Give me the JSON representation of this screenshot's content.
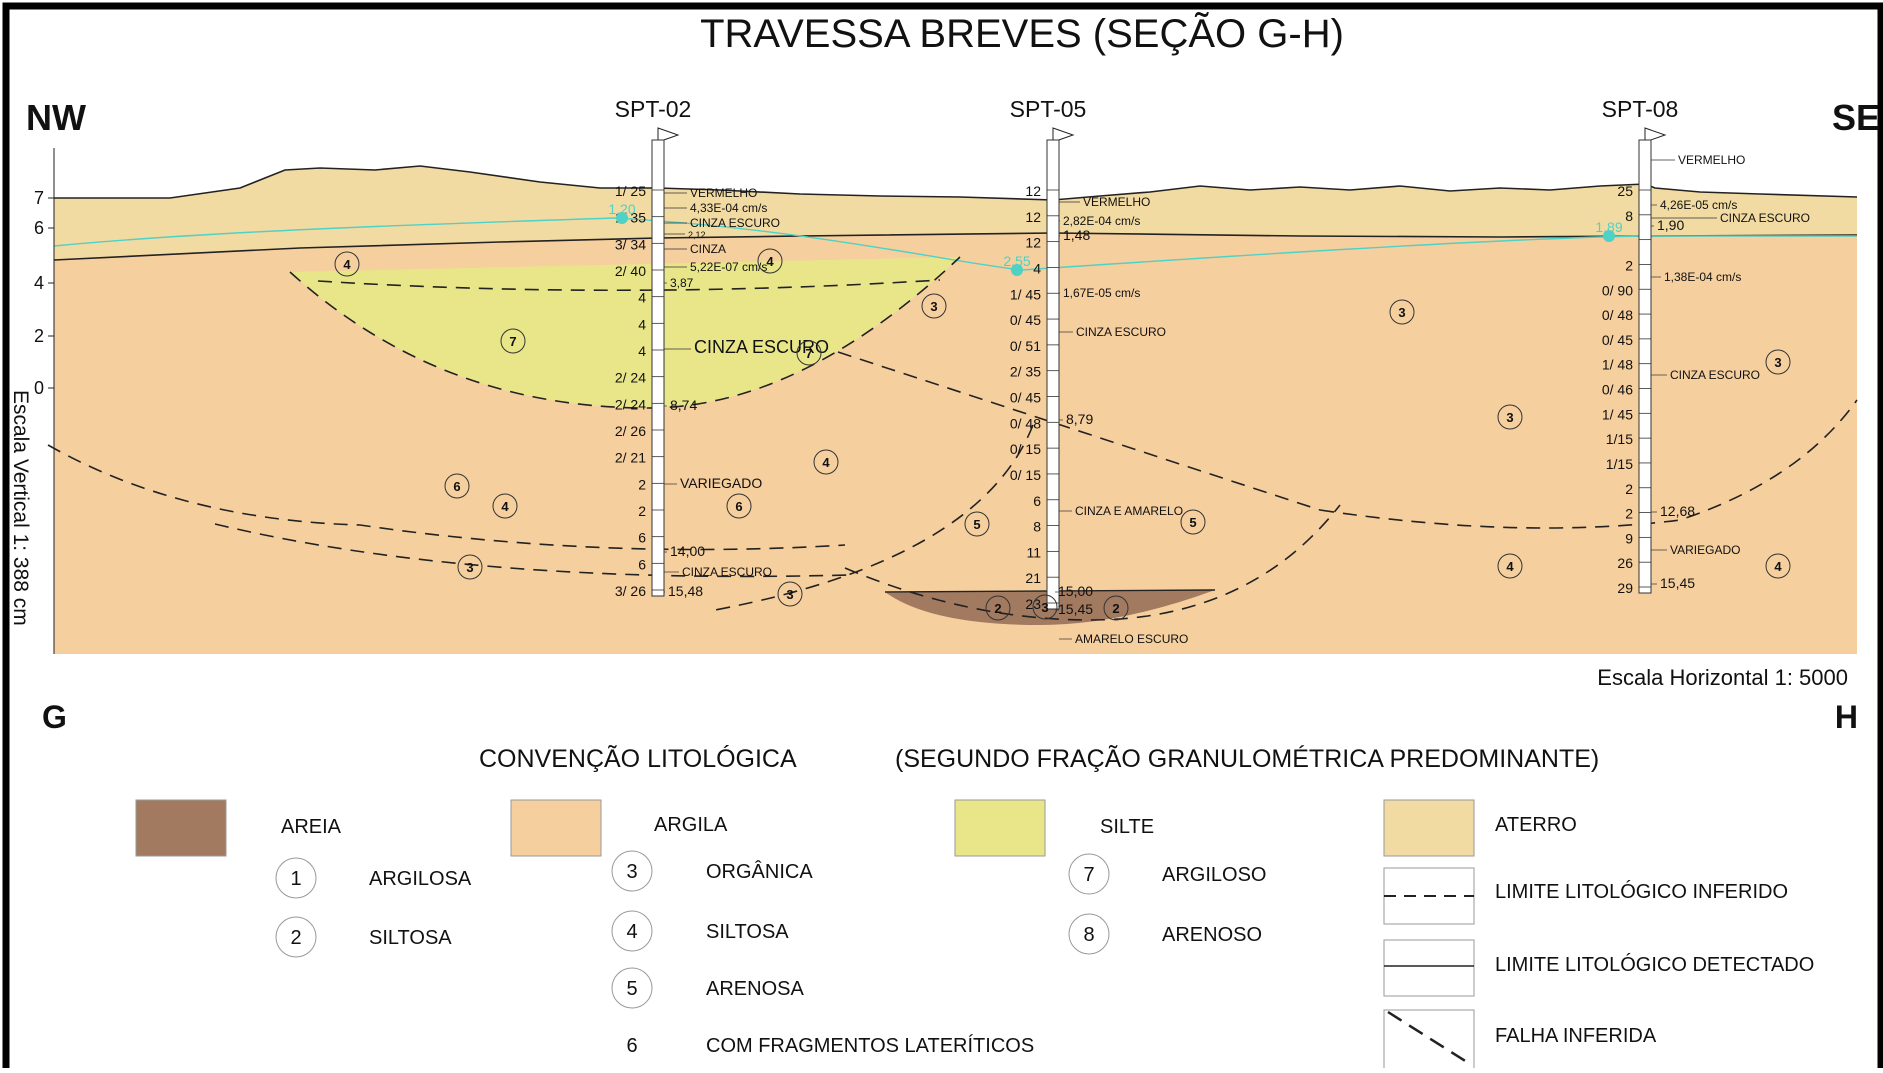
{
  "title": "TRAVESSA BREVES (SEÇÃO G-H)",
  "direction_left": "NW",
  "direction_right": "SE",
  "corner_left": "G",
  "corner_right": "H",
  "scale_horizontal": "Escala Horizontal 1: 5000",
  "scale_vertical": "Escala Vertical 1: 388 cm",
  "elevation_ticks": [
    "7",
    "6",
    "4",
    "2",
    "0"
  ],
  "colors": {
    "aterro": "#f2dba3",
    "argila": "#f6cf9e",
    "silte": "#e9e68a",
    "areia": "#a27a60",
    "water": "#4fd1c5"
  },
  "boreholes": [
    {
      "name": "SPT-02",
      "water_level": "1,20",
      "spt": [
        "1/ 25",
        "1/ 35",
        "3/ 34",
        "2/ 40",
        "4",
        "4",
        "4",
        "2/ 24",
        "2/ 24",
        "2/ 26",
        "2/ 21",
        "2",
        "2",
        "6",
        "6",
        "3/ 26"
      ],
      "labels": [
        "VERMELHO",
        "4,33E-04 cm/s",
        "2,12",
        "CINZA ESCURO",
        "CINZA",
        "5,22E-07 cm/s",
        "3,87",
        "CINZA ESCURO",
        "8,74",
        "VARIEGADO",
        "14,00",
        "CINZA ESCURO",
        "15,48"
      ]
    },
    {
      "name": "SPT-05",
      "water_level": "2,55",
      "spt": [
        "12",
        "12",
        "12",
        "4",
        "1/ 45",
        "0/ 45",
        "0/ 51",
        "2/ 35",
        "0/ 45",
        "0/ 48",
        "0/ 15",
        "0/ 15",
        "6",
        "8",
        "11",
        "21",
        "23"
      ],
      "labels": [
        "VERMELHO",
        "2,82E-04 cm/s",
        "1,48",
        "1,67E-05 cm/s",
        "CINZA ESCURO",
        "8,79",
        "CINZA E AMARELO",
        "15,00",
        "15,45",
        "AMARELO ESCURO"
      ]
    },
    {
      "name": "SPT-08",
      "water_level": "1,89",
      "spt": [
        "25",
        "8",
        "",
        "2",
        "0/ 90",
        "0/ 48",
        "0/ 45",
        "1/ 48",
        "0/ 46",
        "1/ 45",
        "1/15",
        "1/15",
        "2",
        "2",
        "9",
        "26",
        "29"
      ],
      "labels": [
        "VERMELHO",
        "4,26E-05 cm/s",
        "CINZA ESCURO",
        "1,90",
        "1,38E-04 cm/s",
        "CINZA ESCURO",
        "12,68",
        "VARIEGADO",
        "15,45"
      ]
    }
  ],
  "unit_markers": [
    "4",
    "4",
    "7",
    "3",
    "7",
    "3",
    "4",
    "6",
    "4",
    "6",
    "3",
    "5",
    "5",
    "3",
    "2",
    "2",
    "3",
    "3",
    "4",
    "4",
    "3"
  ],
  "legend": {
    "title": "CONVENÇÃO LITOLÓGICA",
    "subtitle": "(SEGUNDO FRAÇÃO GRANULOMÉTRICA PREDOMINANTE)",
    "areia": {
      "label": "AREIA",
      "subtypes": [
        {
          "num": "1",
          "label": "ARGILOSA"
        },
        {
          "num": "2",
          "label": "SILTOSA"
        }
      ]
    },
    "argila": {
      "label": "ARGILA",
      "subtypes": [
        {
          "num": "3",
          "label": "ORGÂNICA"
        },
        {
          "num": "4",
          "label": "SILTOSA"
        },
        {
          "num": "5",
          "label": "ARENOSA"
        },
        {
          "num": "6",
          "label": "COM FRAGMENTOS  LATERÍTICOS"
        }
      ]
    },
    "silte": {
      "label": "SILTE",
      "subtypes": [
        {
          "num": "7",
          "label": "ARGILOSO"
        },
        {
          "num": "8",
          "label": "ARENOSO"
        }
      ]
    },
    "aterro": {
      "label": "ATERRO"
    },
    "lines": {
      "inferido": "LIMITE LITOLÓGICO INFERIDO",
      "detectado": "LIMITE LITOLÓGICO DETECTADO",
      "falha": "FALHA INFERIDA"
    }
  }
}
